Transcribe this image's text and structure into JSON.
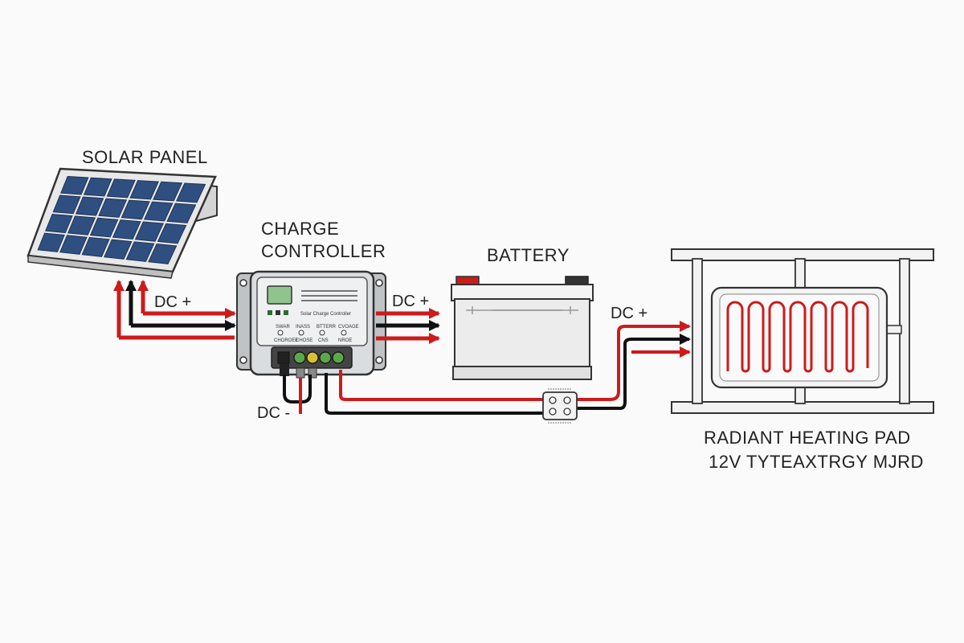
{
  "labels": {
    "solar_panel": "SOLAR PANEL",
    "charge_controller_line1": "CHARGE",
    "charge_controller_line2": "CONTROLLER",
    "battery": "BATTERY",
    "dc_plus_solar": "DC +",
    "dc_plus_controller": "DC +",
    "dc_plus_load": "DC +",
    "dc_minus": "DC -",
    "heating_pad_line1": "RADIANT HEATING PAD",
    "heating_pad_line2": "12V TYTEAXTRGY MJRD"
  },
  "controller": {
    "face_label": "Solar Charge Controller",
    "indicator_labels": [
      "SWAR",
      "INASS",
      "BTTERR",
      "CVOAGE"
    ],
    "indicator_sublabels": [
      "CHOROEE",
      "CHOSE",
      "CNS",
      "NROE"
    ]
  },
  "colors": {
    "positive_wire": "#cc1b1b",
    "negative_wire": "#111111",
    "solar_cell": "#2f4f80",
    "controller_body": "#d9dde0",
    "controller_screen": "#8fc48f",
    "battery_body": "#ececec",
    "heating_element": "#cc1b1b"
  },
  "icons": [
    "solar-panel-icon",
    "charge-controller-icon",
    "battery-icon",
    "fuse-block-icon",
    "heating-pad-icon"
  ]
}
